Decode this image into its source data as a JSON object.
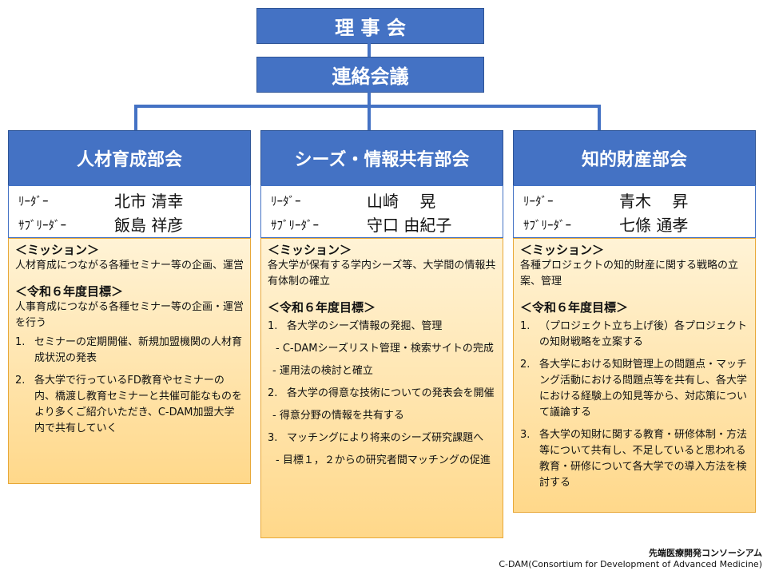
{
  "org": {
    "board": "理 事 会",
    "liaison": "連絡会議"
  },
  "departments": [
    {
      "name": "人材育成部会",
      "leader_role": "ﾘｰﾀﾞｰ",
      "leader_name": "北市 清幸",
      "subleader_role": "ｻﾌﾞﾘｰﾀﾞｰ",
      "subleader_name": "飯島 祥彦",
      "mission_title": "＜ミッション＞",
      "mission_text": "人材育成につながる各種セミナー等の企画、運営",
      "goal_title": "＜令和６年度目標＞",
      "goal_intro": "人事育成につながる各種セミナー等の企画・運営を行う",
      "goals": [
        {
          "num": "1.",
          "text": "セミナーの定期開催、新規加盟機関の人材育成状況の発表"
        },
        {
          "num": "2.",
          "text": "各大学で行っているFD教育やセミナーの内、橋渡し教育セミナーと共催可能なものをより多くご紹介いただき、C-DAM加盟大学内で共有していく"
        }
      ]
    },
    {
      "name": "シーズ・情報共有部会",
      "leader_role": "ﾘｰﾀﾞｰ",
      "leader_name": "山崎　 晃",
      "subleader_role": "ｻﾌﾞﾘｰﾀﾞｰ",
      "subleader_name": "守口 由紀子",
      "mission_title": "＜ミッション＞",
      "mission_text": "各大学が保有する学内シーズ等、大学間の情報共有体制の確立",
      "goal_title": "＜令和６年度目標＞",
      "goals": [
        {
          "num": "1.",
          "text": "各大学のシーズ情報の発掘、管理"
        },
        {
          "num": "",
          "sub": "- C-DAMシーズリスト管理・検索サイトの完成"
        },
        {
          "num": "",
          "sub": "- 運用法の検討と確立"
        },
        {
          "num": "2.",
          "text": "各大学の得意な技術についての発表会を開催"
        },
        {
          "num": "",
          "sub": "- 得意分野の情報を共有する"
        },
        {
          "num": "3.",
          "text": "マッチングにより将来のシーズ研究課題へ"
        },
        {
          "num": "",
          "sub": "- 目標１，２からの研究者間マッチングの促進"
        }
      ]
    },
    {
      "name": "知的財産部会",
      "leader_role": "ﾘｰﾀﾞｰ",
      "leader_name": "青木　 昇",
      "subleader_role": "ｻﾌﾞﾘｰﾀﾞｰ",
      "subleader_name": "七條 通孝",
      "mission_title": "＜ミッション＞",
      "mission_text": "各種プロジェクトの知的財産に関する戦略の立案、管理",
      "goal_title": "＜令和６年度目標＞",
      "goals": [
        {
          "num": "1.",
          "text": "（プロジェクト立ち上げ後）各プロジェクトの知財戦略を立案する"
        },
        {
          "num": "2.",
          "text": "各大学における知財管理上の問題点・マッチング活動における問題点等を共有し、各大学における経験上の知見等から、対応策について議論する"
        },
        {
          "num": "3.",
          "text": "各大学の知財に関する教育・研修体制・方法等について共有し、不足していると思われる教育・研修について各大学での導入方法を検討する"
        }
      ]
    }
  ],
  "footer": {
    "line1": "先端医療開発コンソーシアム",
    "line2": "C-DAM(Consortium for Development of Advanced Medicine)"
  }
}
